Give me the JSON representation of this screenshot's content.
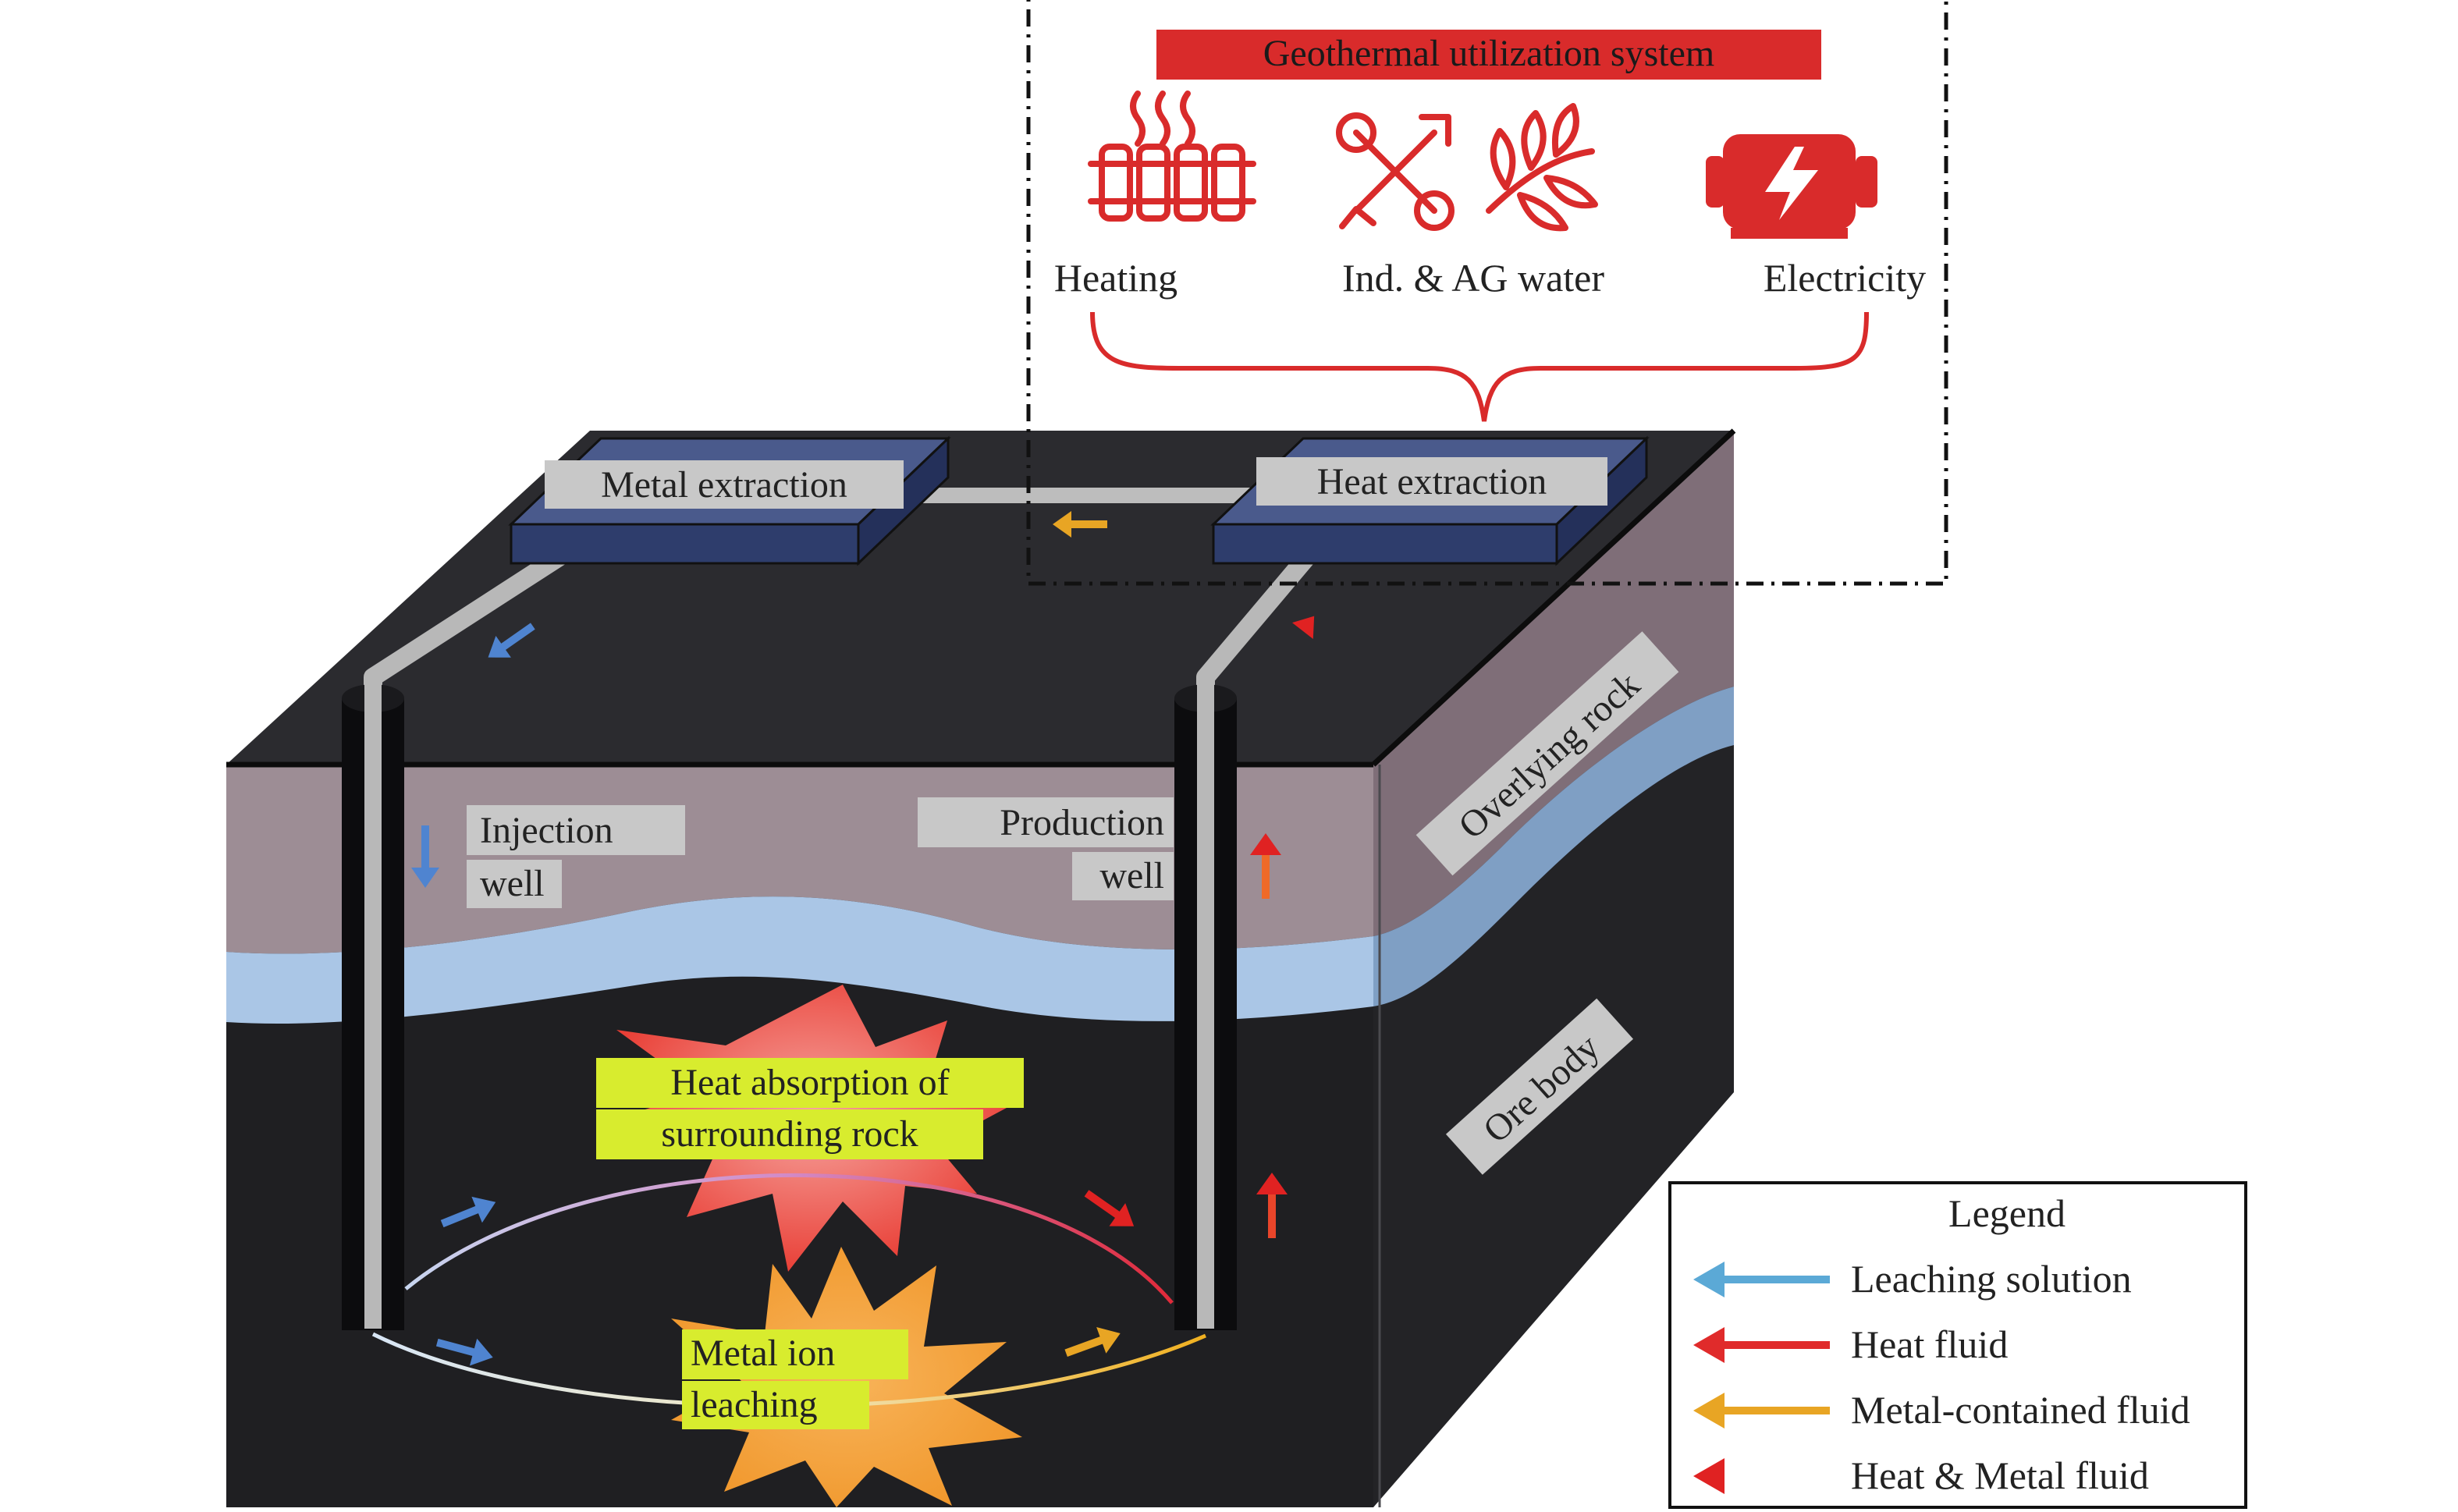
{
  "utilization_system": {
    "title": "Geothermal utilization system",
    "uses": [
      {
        "label": "Heating",
        "icon": "radiator-heating-icon"
      },
      {
        "label": "Ind. & AG water",
        "icon": "tools-and-plant-icon"
      },
      {
        "label": "Electricity",
        "icon": "electric-generator-icon"
      }
    ]
  },
  "surface": {
    "metal_extraction": "Metal extraction",
    "heat_extraction": "Heat extraction"
  },
  "wells": {
    "injection": [
      "Injection",
      "well"
    ],
    "production": [
      "Production",
      "well"
    ]
  },
  "layers": {
    "overlying_rock": "Overlying rock",
    "ore_body": "Ore body"
  },
  "processes": {
    "heat_absorption": [
      "Heat absorption of",
      "surrounding rock"
    ],
    "metal_leaching": [
      "Metal ion",
      "leaching"
    ]
  },
  "legend": {
    "title": "Legend",
    "items": [
      {
        "label": "Leaching solution",
        "color": "#5ba9d6"
      },
      {
        "label": "Heat fluid",
        "color": "#e02b2b"
      },
      {
        "label": "Metal-contained fluid",
        "color": "#e8a524"
      },
      {
        "label": "Heat & Metal fluid",
        "color": "#e86a2a"
      }
    ]
  },
  "colors": {
    "accent_red": "#d92b2b",
    "label_yellow": "#d8ec2e",
    "block_dark": "#2b2b2f",
    "rock_mauve": "#9d8d95",
    "aquifer_blue": "#aac6e6",
    "extraction_box": "#2e3d6c"
  }
}
